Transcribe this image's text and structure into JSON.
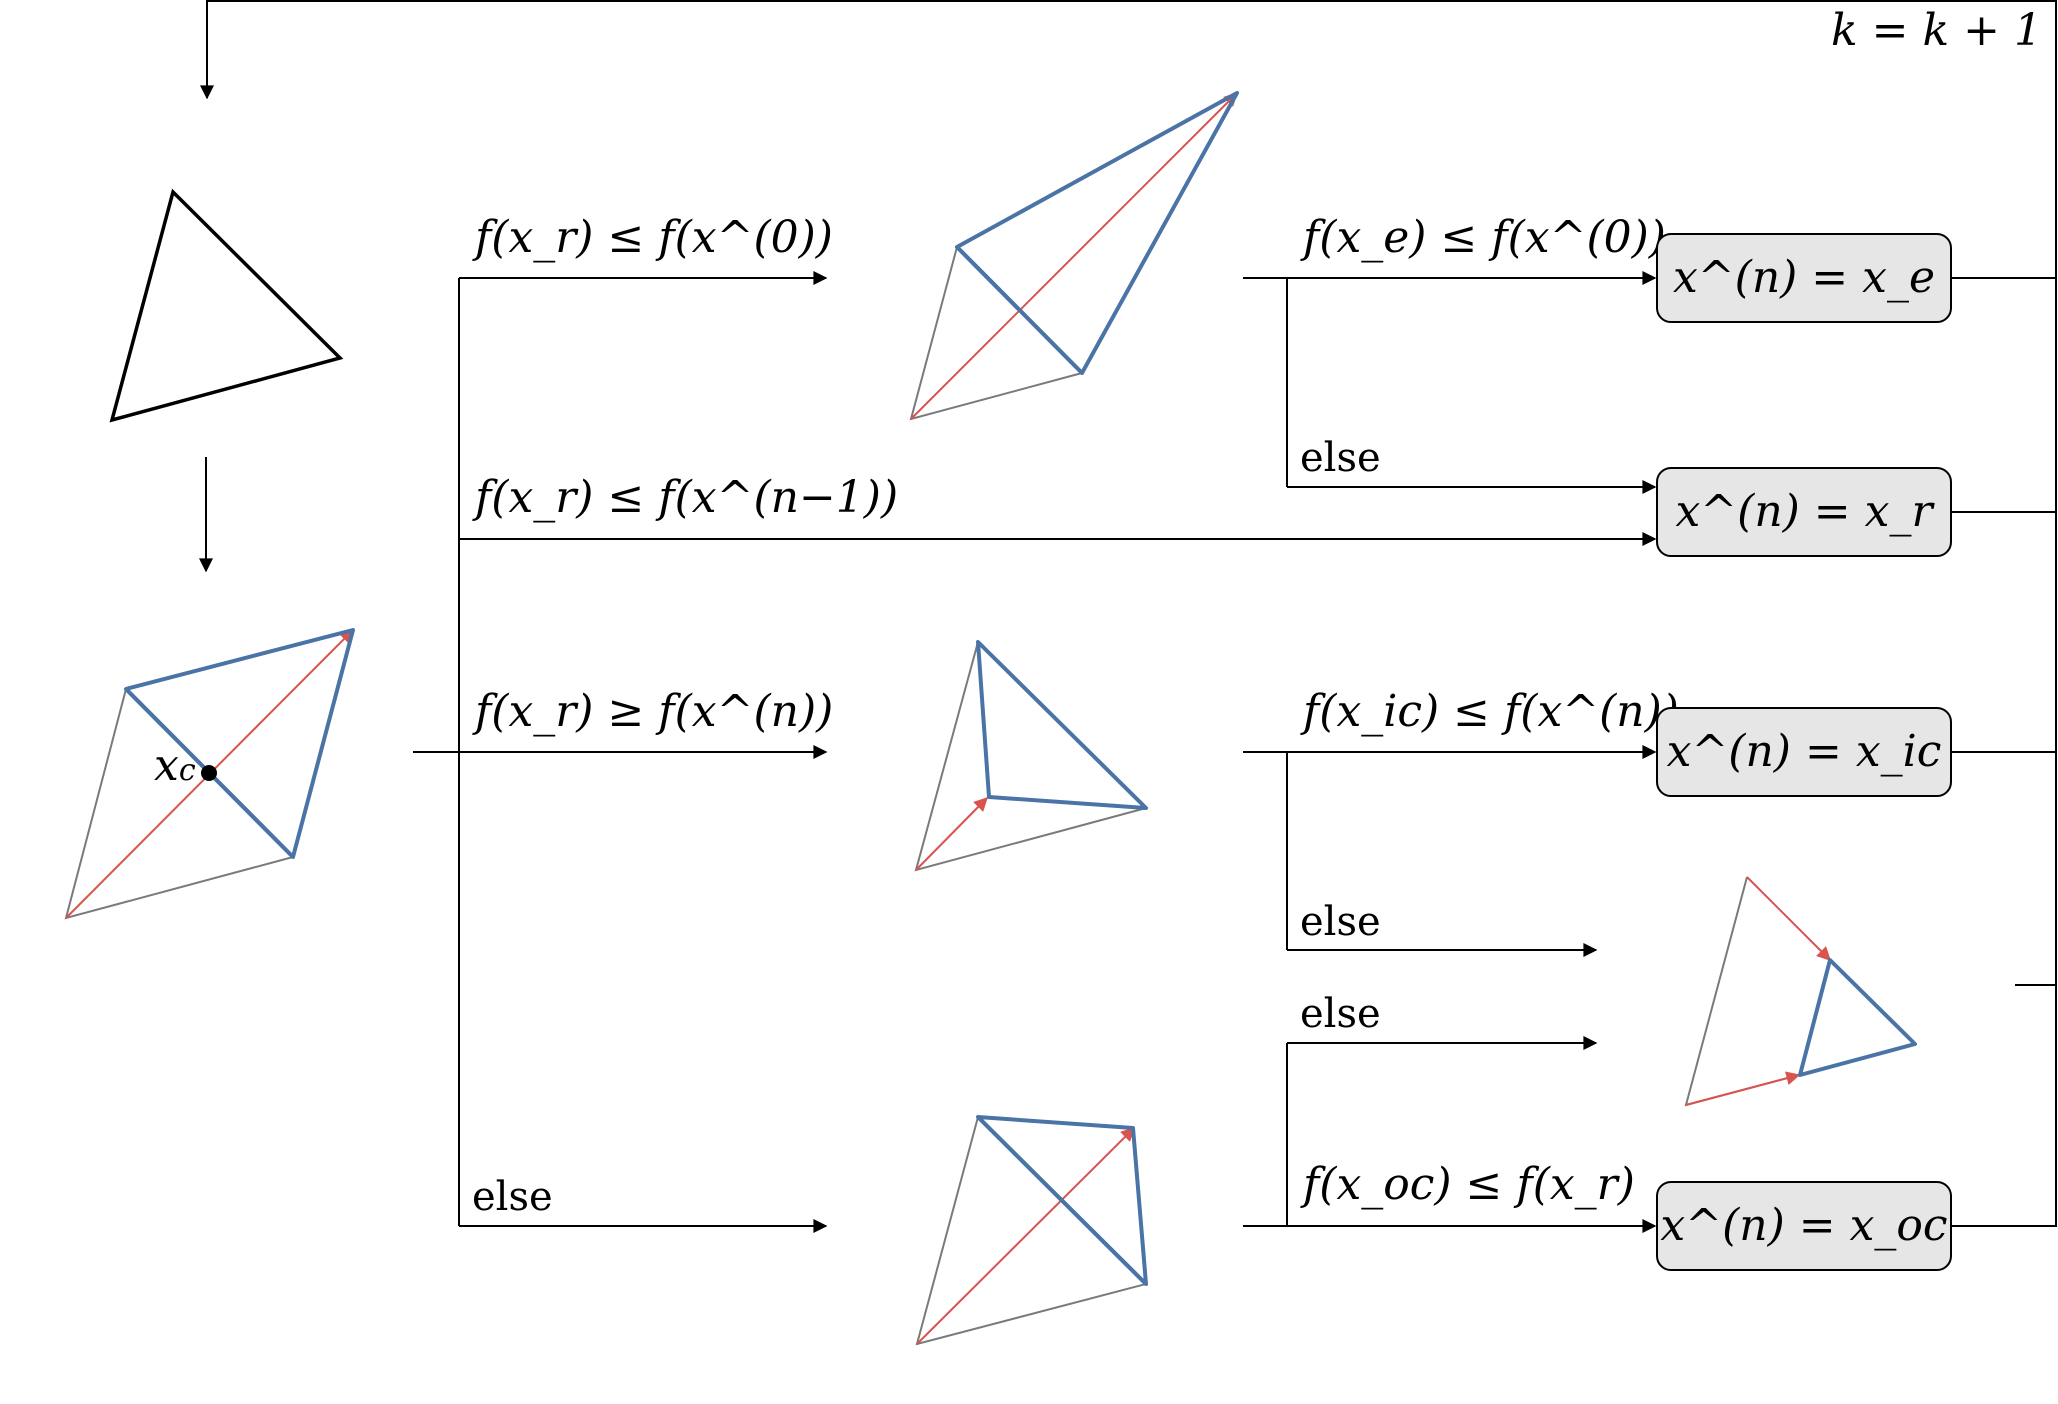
{
  "colors": {
    "simplex_blue": "#4a73a6",
    "vector_red": "#d9534f",
    "old_edge_gray": "#7a7a7a",
    "result_box_fill": "#e6e6e6",
    "flow_black": "#000000"
  },
  "loop_label": "k = k + 1",
  "centroid_label": "x_c",
  "conditions": {
    "reflect_best": "f(x_r) ≤ f(x^(0))",
    "reflect_second": "f(x_r) ≤ f(x^(n−1))",
    "reflect_worst": "f(x_r) ≥ f(x^(n))",
    "reflect_else": "else",
    "expand_test": "f(x_e) ≤ f(x^(0))",
    "expand_else": "else",
    "inside_test": "f(x_ic) ≤ f(x^(n))",
    "inside_else": "else",
    "outside_else": "else",
    "outside_test": "f(x_oc) ≤ f(x_r)"
  },
  "results": {
    "expanded": "x^(n) = x_e",
    "reflected": "x^(n) = x_r",
    "inside_contracted": "x^(n) = x_ic",
    "outside_contracted": "x^(n) = x_oc"
  }
}
